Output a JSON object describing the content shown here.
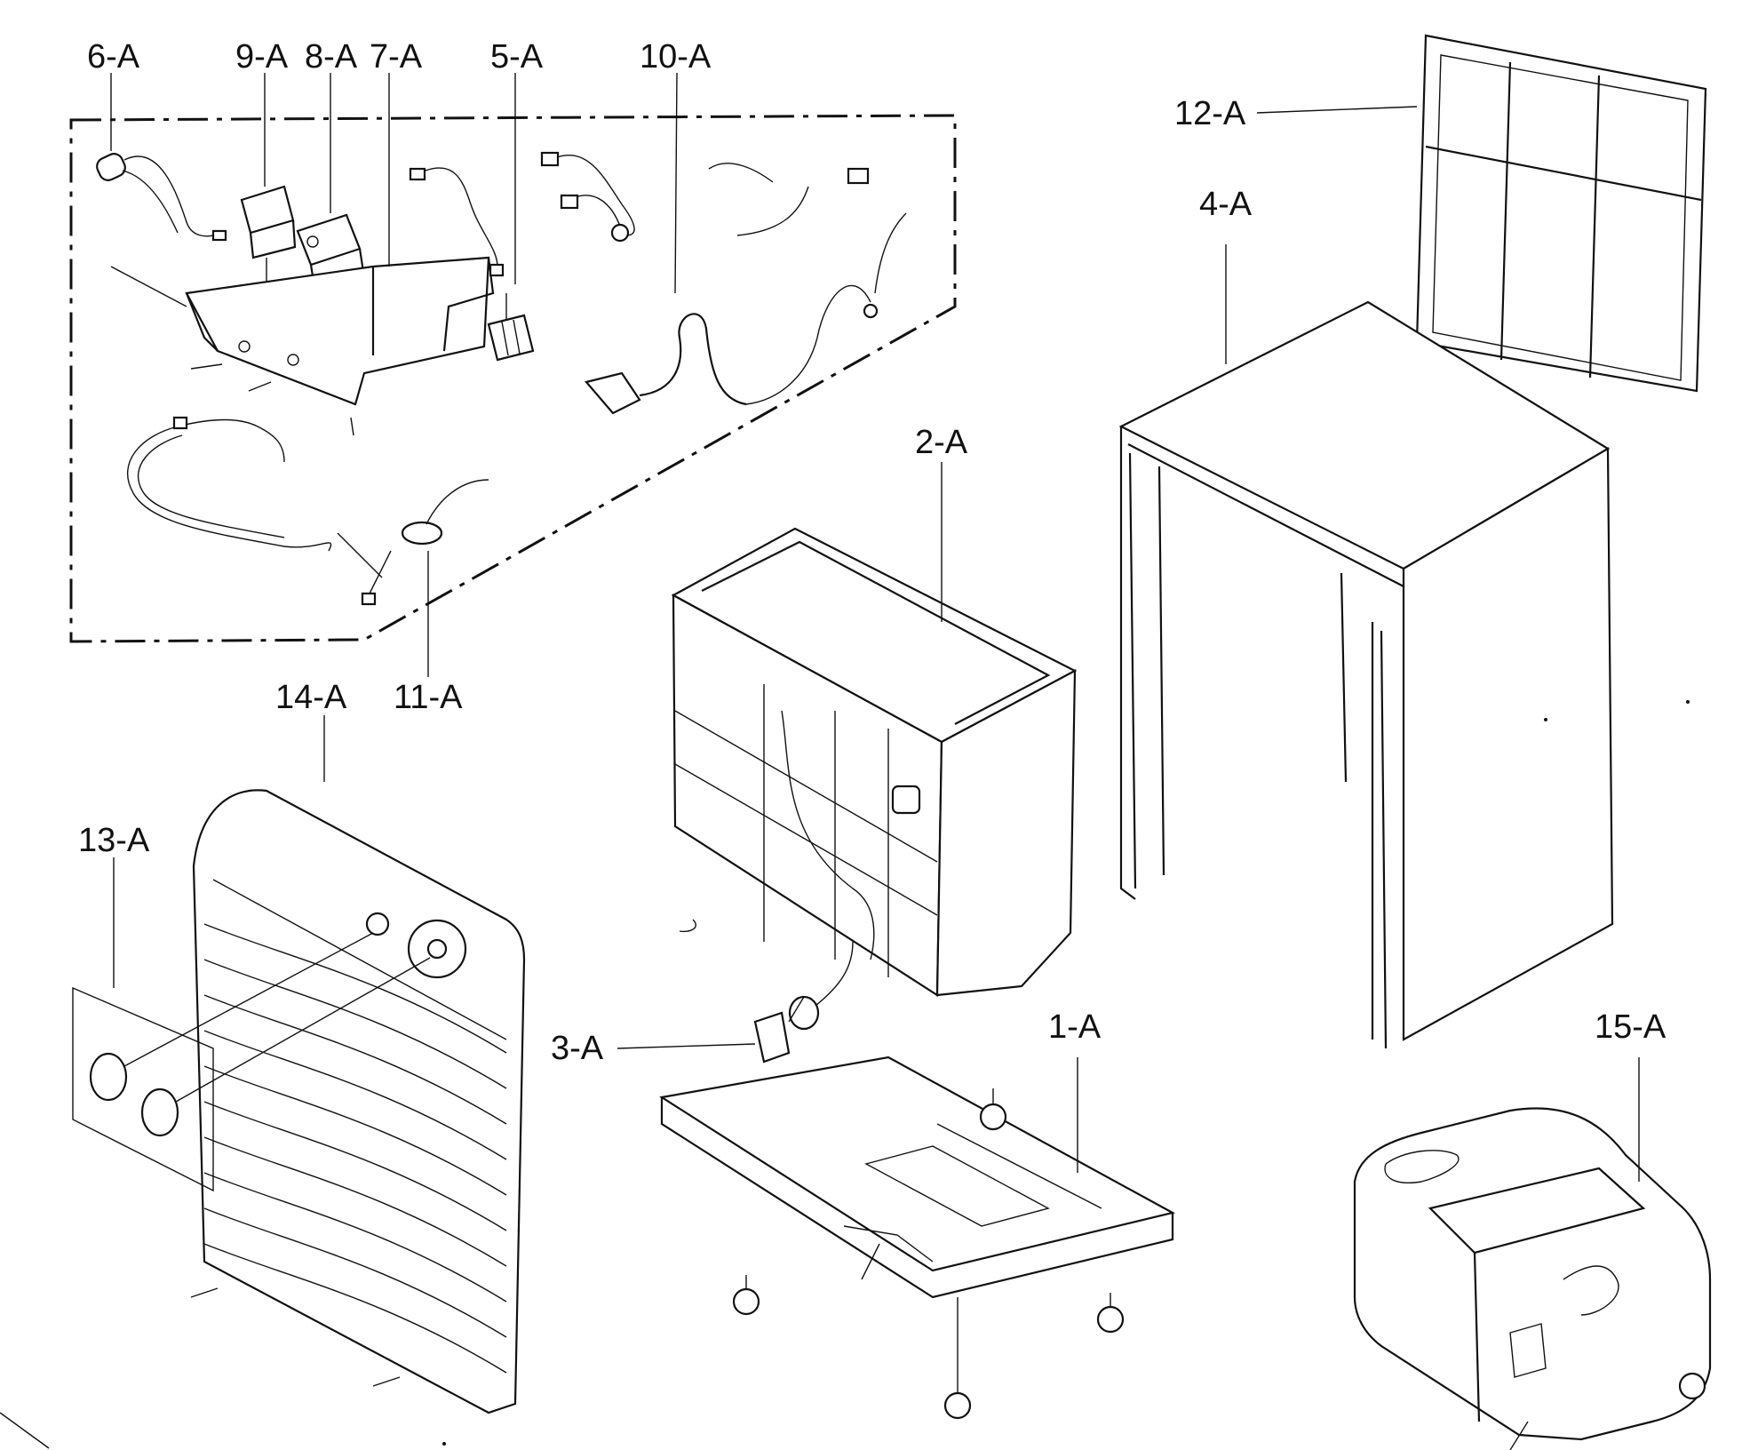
{
  "diagram": {
    "labels": {
      "p1": "1-A",
      "p2": "2-A",
      "p3": "3-A",
      "p4": "4-A",
      "p5": "5-A",
      "p6": "6-A",
      "p7": "7-A",
      "p8": "8-A",
      "p9": "9-A",
      "p10": "10-A",
      "p11": "11-A",
      "p12": "12-A",
      "p13": "13-A",
      "p14": "14-A",
      "p15": "15-A"
    }
  }
}
